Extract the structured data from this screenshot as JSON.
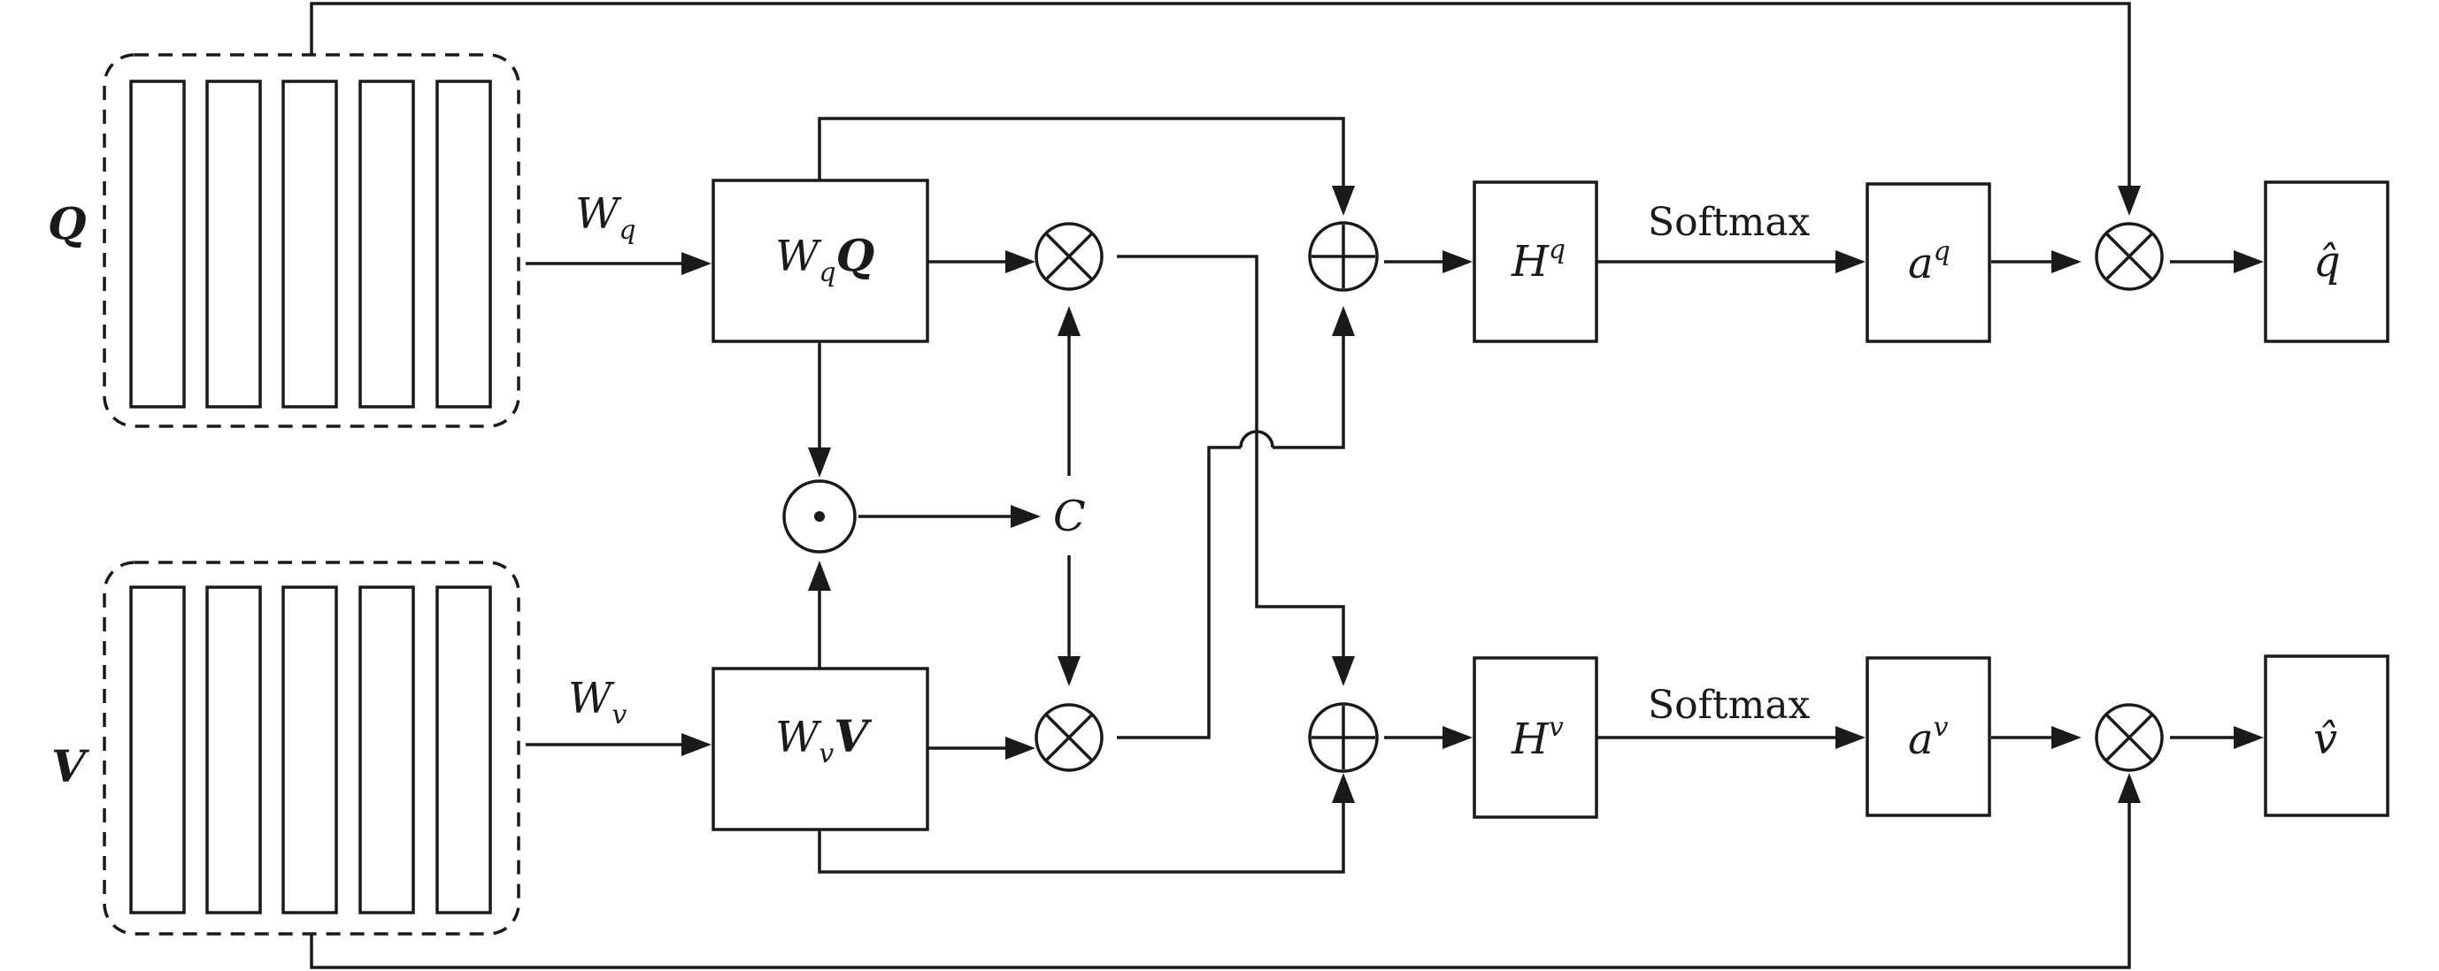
{
  "inputs": {
    "q_label": "Q",
    "v_label": "V"
  },
  "weights": {
    "wq_main": "W",
    "wq_sub": "q",
    "wv_main": "W",
    "wv_sub": "v"
  },
  "projections": {
    "wq_box_main": "W",
    "wq_box_sub": "q",
    "wq_box_tail": "Q",
    "wv_box_main": "W",
    "wv_box_sub": "v",
    "wv_box_tail": "V"
  },
  "ops": {
    "c_label": "C"
  },
  "hidden": {
    "hq_main": "H",
    "hq_sup": "q",
    "hv_main": "H",
    "hv_sup": "v"
  },
  "softmax": {
    "top_label": "Softmax",
    "bottom_label": "Softmax"
  },
  "attention": {
    "aq_main": "a",
    "aq_sup": "q",
    "av_main": "a",
    "av_sup": "v"
  },
  "outputs": {
    "q_hat": "q̂",
    "v_hat": "v̂"
  }
}
